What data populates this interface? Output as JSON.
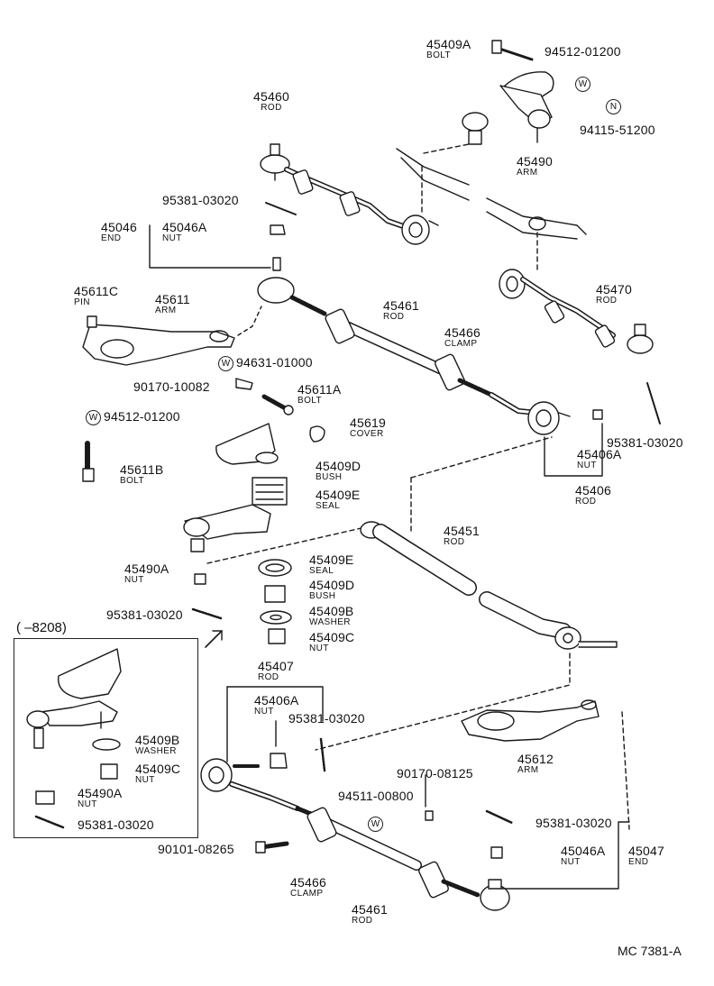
{
  "diagram": {
    "code": "MC  7381-A",
    "inset_tag": "(     –8208)",
    "parts": [
      {
        "num": "45409A",
        "name": "BOLT"
      },
      {
        "num": "94512-01200",
        "name": ""
      },
      {
        "num": "45460",
        "name": "ROD"
      },
      {
        "num": "94115-51200",
        "name": ""
      },
      {
        "num": "45490",
        "name": "ARM"
      },
      {
        "num": "95381-03020",
        "name": ""
      },
      {
        "num": "45046",
        "name": "END"
      },
      {
        "num": "45046A",
        "name": "NUT"
      },
      {
        "num": "45611C",
        "name": "PIN"
      },
      {
        "num": "45611",
        "name": "ARM"
      },
      {
        "num": "45461",
        "name": "ROD"
      },
      {
        "num": "45466",
        "name": "CLAMP"
      },
      {
        "num": "45470",
        "name": "ROD"
      },
      {
        "num": "94631-01000",
        "name": ""
      },
      {
        "num": "90170-10082",
        "name": ""
      },
      {
        "num": "45611A",
        "name": "BOLT"
      },
      {
        "num": "94512-01200",
        "name": ""
      },
      {
        "num": "45619",
        "name": "COVER"
      },
      {
        "num": "45611B",
        "name": "BOLT"
      },
      {
        "num": "45409D",
        "name": "BUSH"
      },
      {
        "num": "45409E",
        "name": "SEAL"
      },
      {
        "num": "95381-03020",
        "name": ""
      },
      {
        "num": "45406A",
        "name": "NUT"
      },
      {
        "num": "45406",
        "name": "ROD"
      },
      {
        "num": "45451",
        "name": "ROD"
      },
      {
        "num": "45490A",
        "name": "NUT"
      },
      {
        "num": "45409E",
        "name": "SEAL"
      },
      {
        "num": "45409D",
        "name": "BUSH"
      },
      {
        "num": "95381-03020",
        "name": ""
      },
      {
        "num": "45409B",
        "name": "WASHER"
      },
      {
        "num": "45409C",
        "name": "NUT"
      },
      {
        "num": "45407",
        "name": "ROD"
      },
      {
        "num": "45406A",
        "name": "NUT"
      },
      {
        "num": "95381-03020",
        "name": ""
      },
      {
        "num": "45612",
        "name": "ARM"
      },
      {
        "num": "90170-08125",
        "name": ""
      },
      {
        "num": "94511-00800",
        "name": ""
      },
      {
        "num": "95381-03020",
        "name": ""
      },
      {
        "num": "90101-08265",
        "name": ""
      },
      {
        "num": "45046A",
        "name": "NUT"
      },
      {
        "num": "45047",
        "name": "END"
      },
      {
        "num": "45466",
        "name": "CLAMP"
      },
      {
        "num": "45461",
        "name": "ROD"
      },
      {
        "num": "45409B",
        "name": "WASHER"
      },
      {
        "num": "45409C",
        "name": "NUT"
      },
      {
        "num": "45490A",
        "name": "NUT"
      },
      {
        "num": "95381-03020",
        "name": ""
      }
    ]
  }
}
